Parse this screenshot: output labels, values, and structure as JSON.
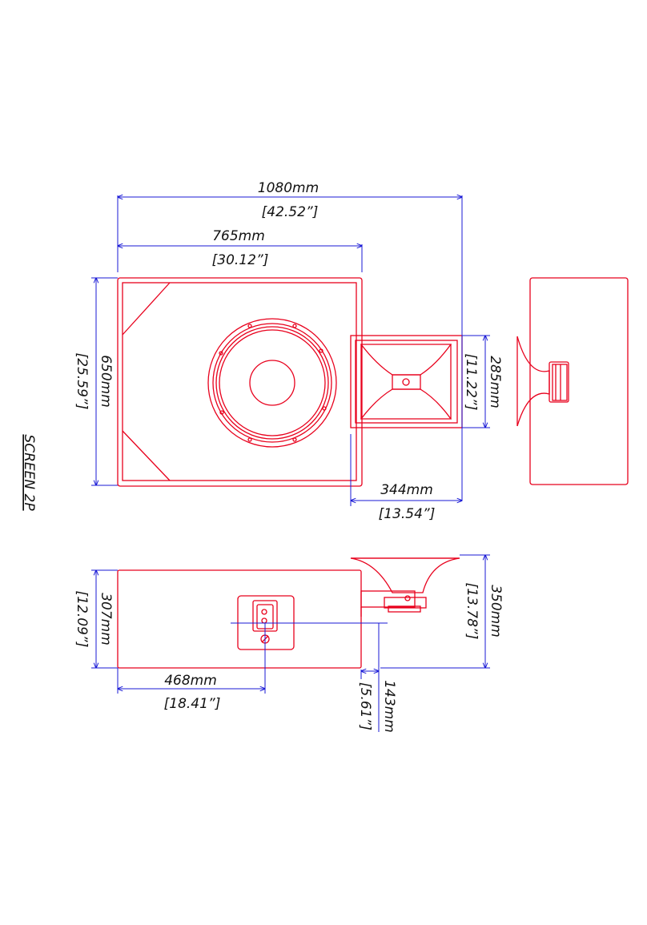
{
  "colors": {
    "outline": "#e8001c",
    "dimension": "#1a1ad6",
    "text": "#111111"
  },
  "drawing_title": "SCREEN 2P",
  "front_view": {
    "overall_width": {
      "mm": "1080mm",
      "inch": "[42.52”]"
    },
    "cabinet_width": {
      "mm": "765mm",
      "inch": "[30.12”]"
    },
    "cabinet_height": {
      "mm": "650mm",
      "inch": "[25.59”]"
    },
    "horn_height": {
      "mm": "285mm",
      "inch": "[11.22”]"
    },
    "horn_depth": {
      "mm": "344mm",
      "inch": "[13.54”]"
    }
  },
  "top_view": {
    "cabinet_depth": {
      "mm": "307mm",
      "inch": "[12.09”]"
    },
    "mount_offset": {
      "mm": "468mm",
      "inch": "[18.41”]"
    },
    "horn_offset": {
      "mm": "143mm",
      "inch": "[5.61”]"
    },
    "horn_width": {
      "mm": "350mm",
      "inch": "[13.78”]"
    }
  }
}
